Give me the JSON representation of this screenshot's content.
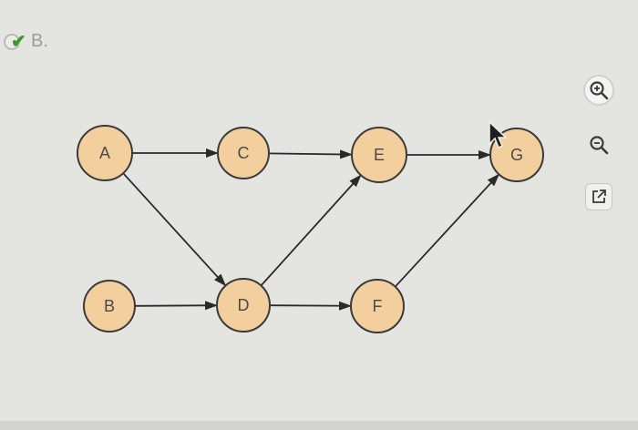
{
  "option": {
    "label": "B.",
    "selected": true
  },
  "graph": {
    "nodes": [
      {
        "id": "A",
        "label": "A"
      },
      {
        "id": "B",
        "label": "B"
      },
      {
        "id": "C",
        "label": "C"
      },
      {
        "id": "D",
        "label": "D"
      },
      {
        "id": "E",
        "label": "E"
      },
      {
        "id": "F",
        "label": "F"
      },
      {
        "id": "G",
        "label": "G"
      }
    ],
    "edges": [
      [
        "A",
        "C"
      ],
      [
        "A",
        "D"
      ],
      [
        "B",
        "D"
      ],
      [
        "C",
        "E"
      ],
      [
        "D",
        "E"
      ],
      [
        "D",
        "F"
      ],
      [
        "E",
        "G"
      ],
      [
        "F",
        "G"
      ]
    ],
    "node_fill": "#f3cf9e",
    "node_stroke": "#3a3a3a",
    "edge_color": "#2a2a2a"
  },
  "toolbar": {
    "zoom_in": "zoom-in-icon",
    "zoom_out": "zoom-out-icon",
    "open_external": "external-link-icon"
  }
}
